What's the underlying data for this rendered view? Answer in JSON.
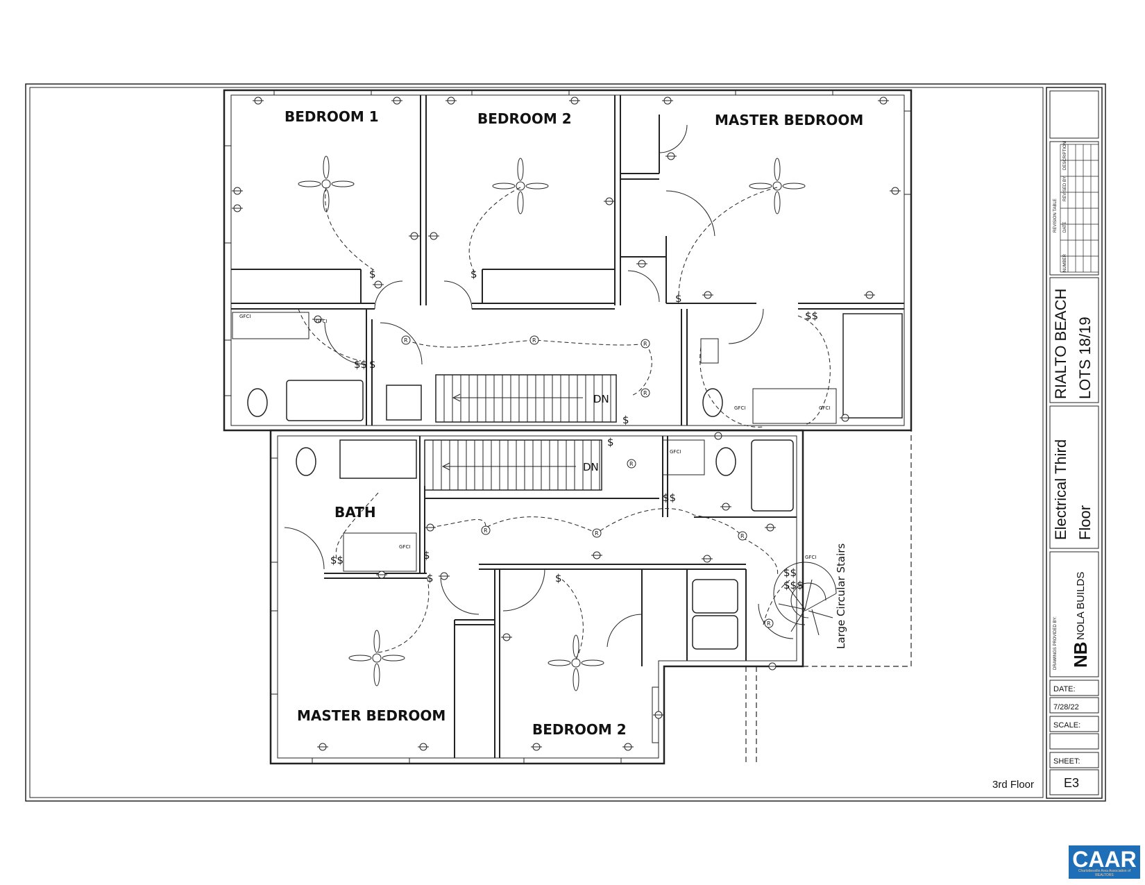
{
  "rooms_upper": {
    "bedroom1": "BEDROOM 1",
    "bedroom2": "BEDROOM 2",
    "master": "MASTER BEDROOM"
  },
  "rooms_lower": {
    "bath": "BATH",
    "master": "MASTER BEDROOM",
    "bedroom2": "BEDROOM 2"
  },
  "stairs": {
    "dn_upper": "DN",
    "dn_lower": "DN",
    "circular": "Large Circular Stairs"
  },
  "symbols": {
    "gfci": "GFCI",
    "switch": "$",
    "switch2": "$$",
    "switch3": "$$$",
    "recessed": "R"
  },
  "floor_label": "3rd Floor",
  "title_block": {
    "revision_table": "REVISION TABLE",
    "revision_cols": [
      "NUMBER",
      "DATE",
      "REVISED BY",
      "DESCRIPTION"
    ],
    "project_line1": "RIALTO BEACH",
    "project_line2": "LOTS 18/19",
    "sheet_title_line1": "Electrical Third",
    "sheet_title_line2": "Floor",
    "drawings_by": "DRAWINGS PROVIDED BY:",
    "company": "NOLA BUILDS",
    "logo_letters": "NB",
    "date_label": "DATE:",
    "date_value": "7/28/22",
    "scale_label": "SCALE:",
    "scale_value": "",
    "sheet_label": "SHEET:",
    "sheet_value": "E3"
  },
  "badge": {
    "text": "CAAR",
    "tagline": "Charlottesville Area Association of REALTORS"
  }
}
